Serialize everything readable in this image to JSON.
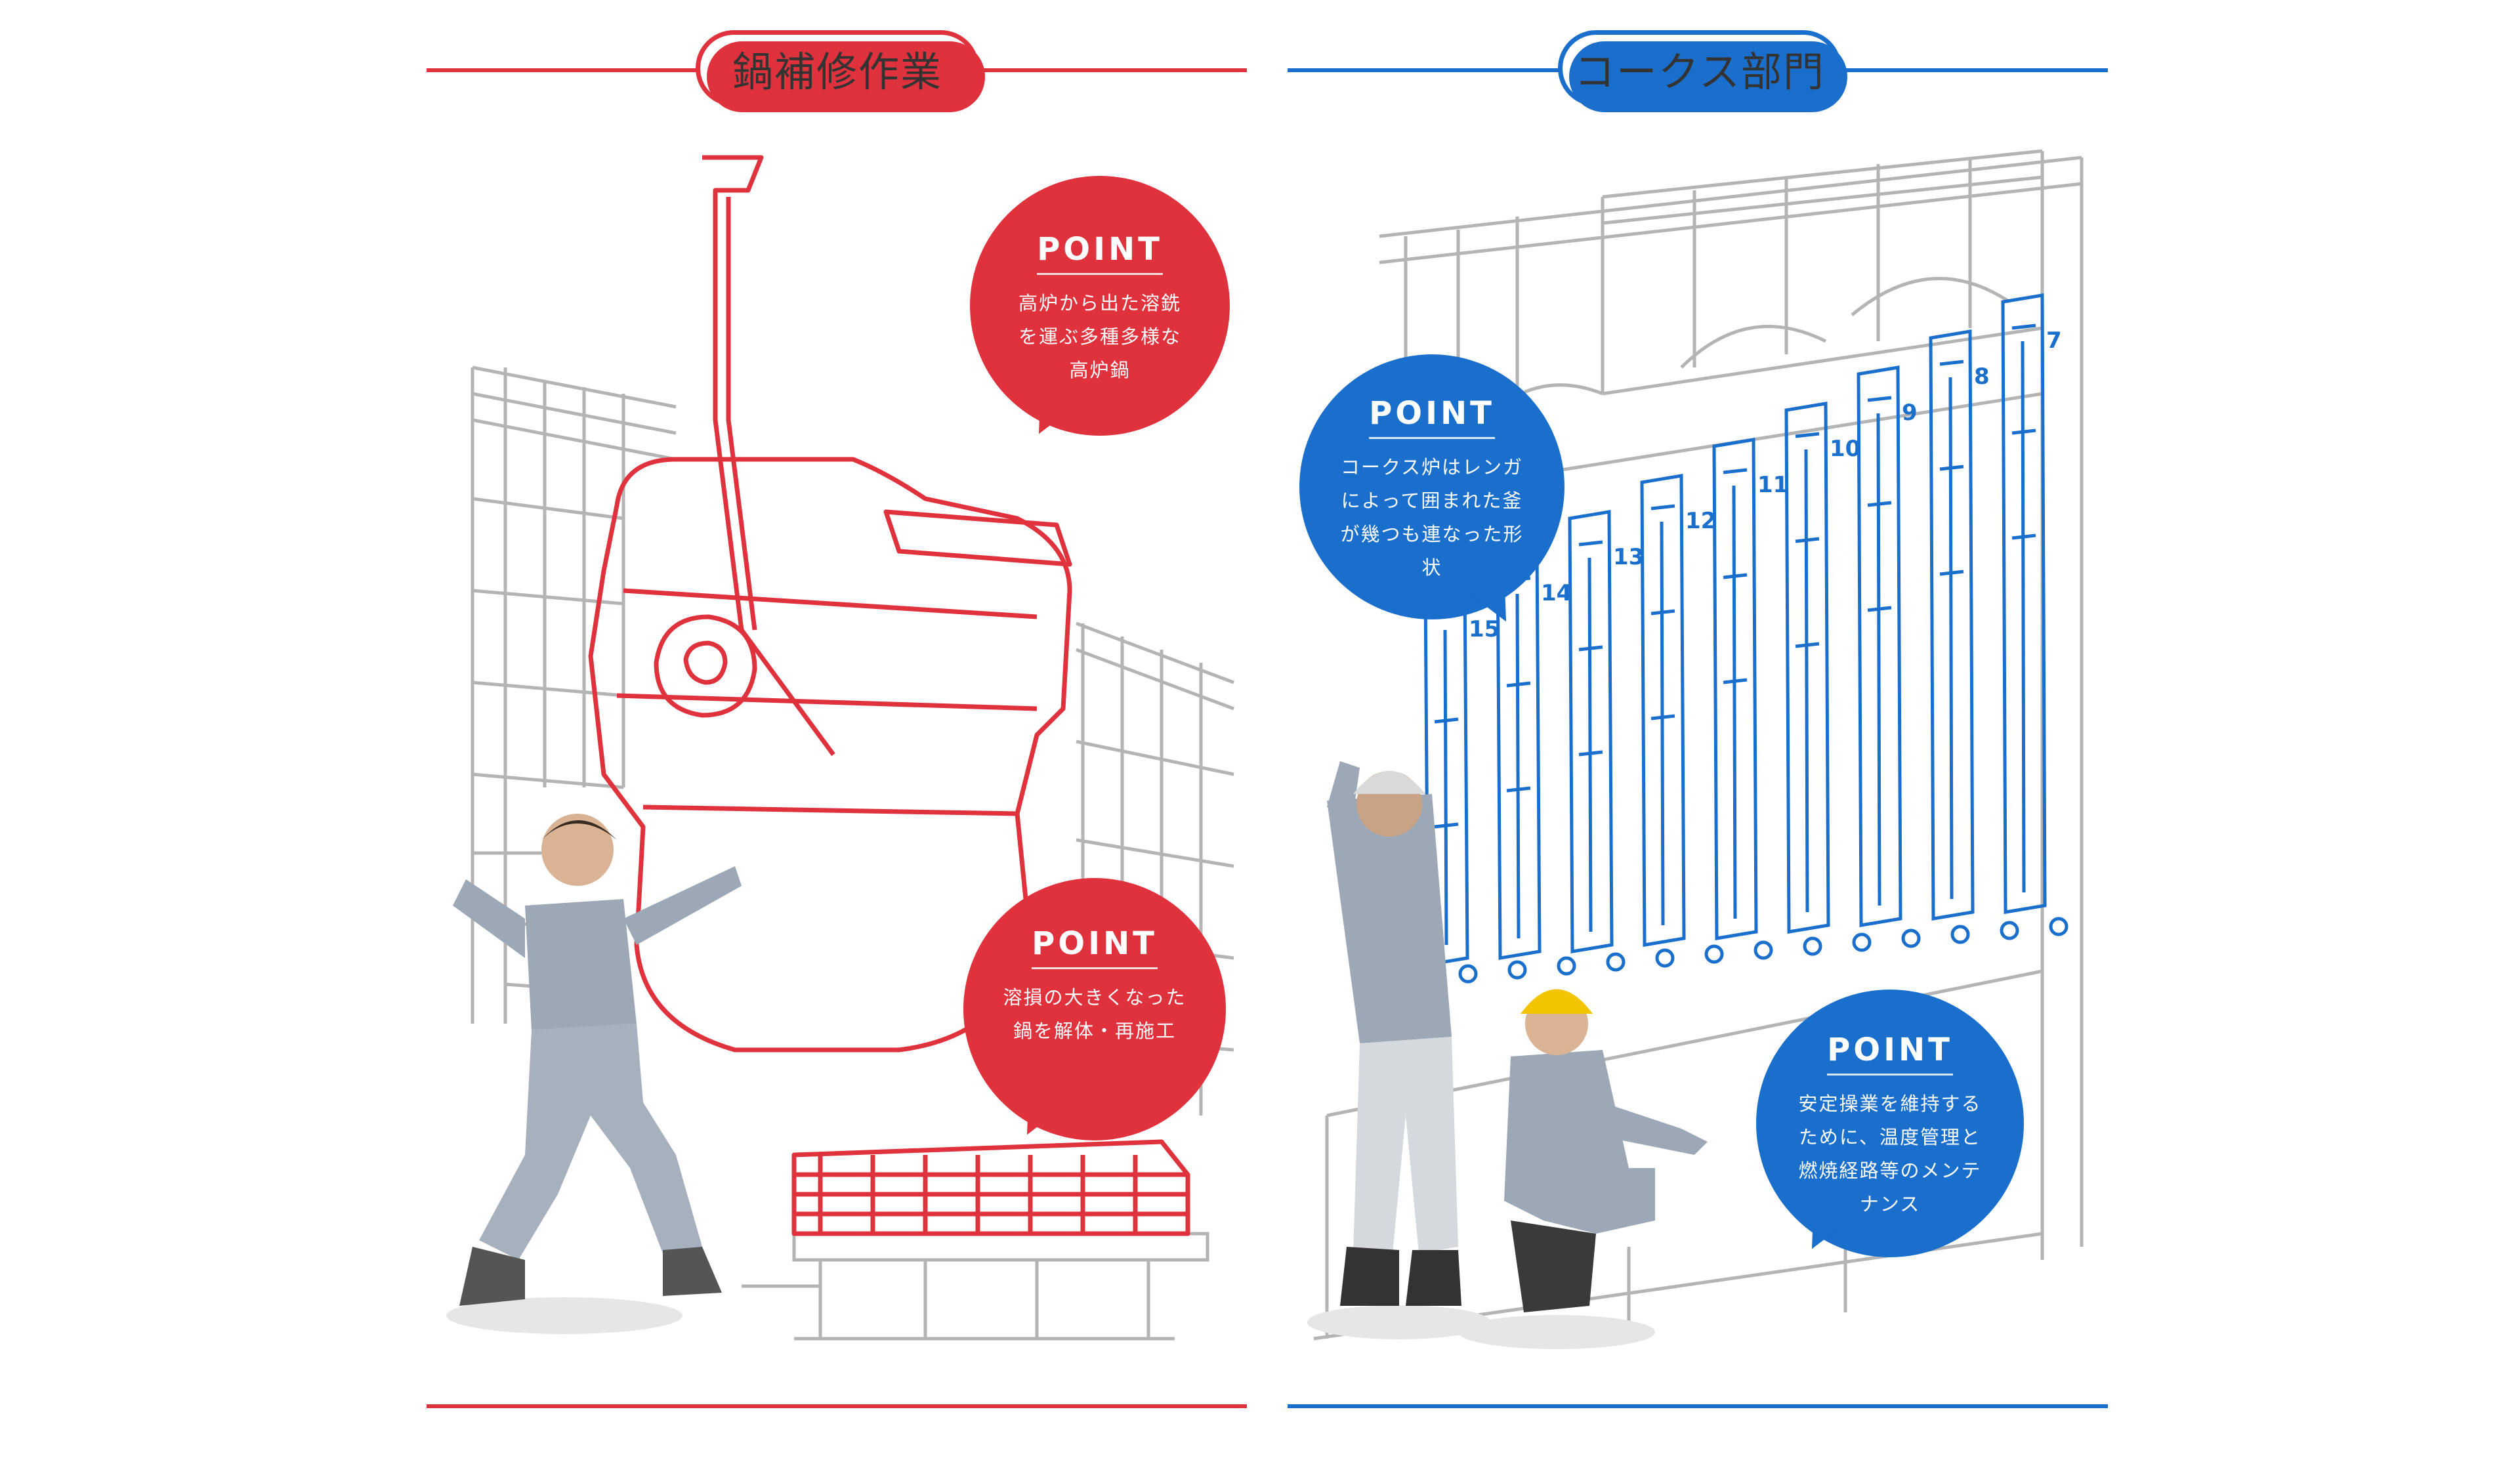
{
  "colors": {
    "red": "#e0323c",
    "blue": "#1a6fcc",
    "line_gray": "#b4b4b4"
  },
  "left": {
    "title": "鍋補修作業",
    "points": [
      {
        "heading": "POINT",
        "text": "高炉から出た溶銑を運ぶ多種多様な高炉鍋"
      },
      {
        "heading": "POINT",
        "text": "溶損の大きくなった鍋を解体・再施工"
      }
    ]
  },
  "right": {
    "title": "コークス部門",
    "points": [
      {
        "heading": "POINT",
        "text": "コークス炉はレンガによって囲まれた釜が幾つも連なった形状"
      },
      {
        "heading": "POINT",
        "text": "安定操業を維持するために、温度管理と燃焼経路等のメンテナンス"
      }
    ],
    "oven_numbers": [
      "15",
      "14",
      "13",
      "12",
      "11",
      "10",
      "9",
      "8",
      "7"
    ]
  }
}
